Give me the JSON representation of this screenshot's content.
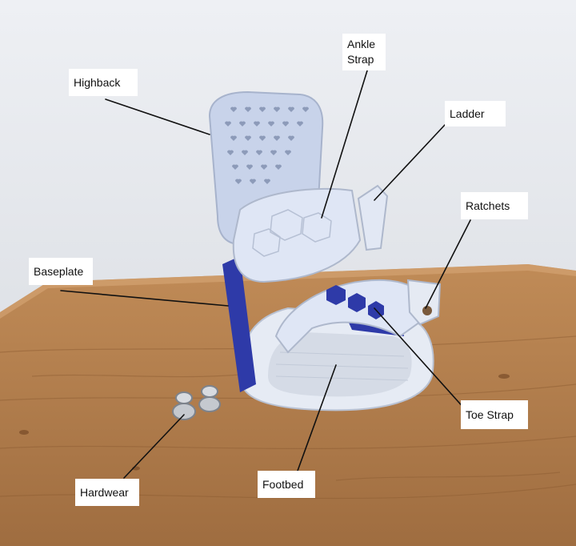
{
  "image": {
    "subject": "snowboard binding on wooden table",
    "colors": {
      "wall": "#e7e9ed",
      "table": "#b3814f",
      "binding": "#dfe6f5",
      "accent": "#2e3aa8",
      "label_bg": "#ffffff"
    }
  },
  "labels": {
    "highback": "Highback",
    "ankle_strap": "Ankle Strap",
    "ladder": "Ladder",
    "ratchets": "Ratchets",
    "baseplate": "Baseplate",
    "toe_strap": "Toe Strap",
    "hardwear": "Hardwear",
    "footbed": "Footbed"
  }
}
